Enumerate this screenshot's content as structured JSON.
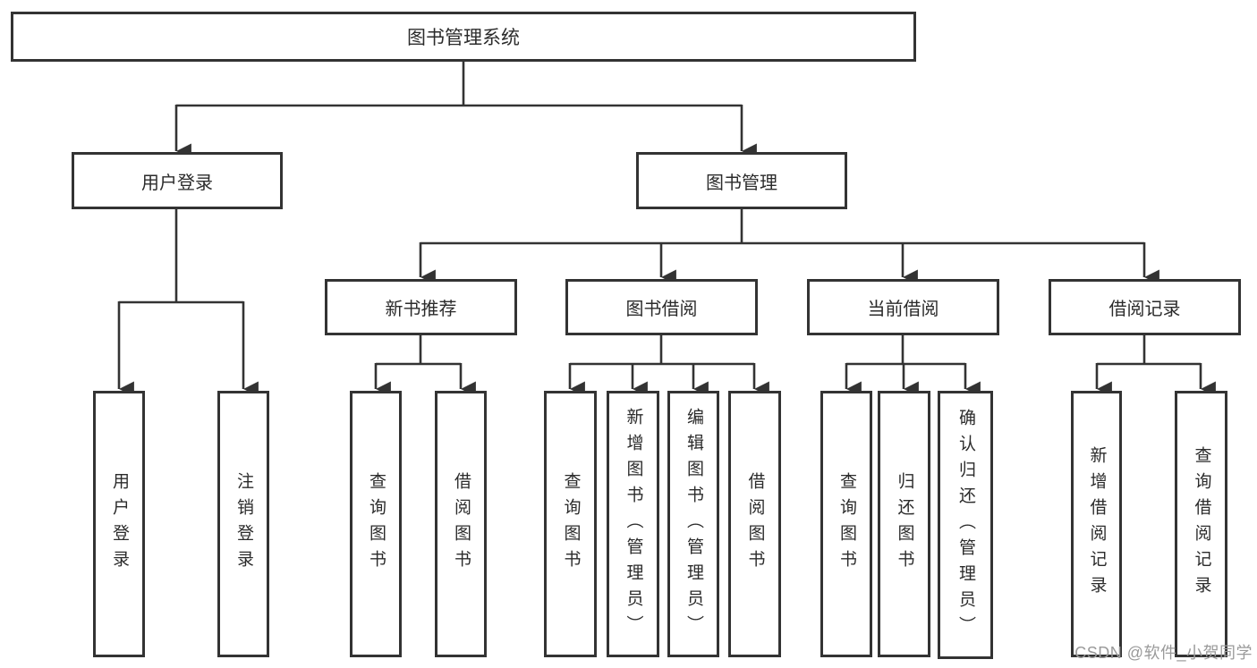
{
  "tree": {
    "root": {
      "label": "图书管理系统"
    },
    "branches": [
      {
        "label": "用户登录",
        "leaves": [
          {
            "label": "用户登录"
          },
          {
            "label": "注销登录"
          }
        ]
      },
      {
        "label": "图书管理",
        "groups": [
          {
            "label": "新书推荐",
            "leaves": [
              {
                "label": "查询图书"
              },
              {
                "label": "借阅图书"
              }
            ]
          },
          {
            "label": "图书借阅",
            "leaves": [
              {
                "label": "查询图书"
              },
              {
                "label": "新增图书（管理员）"
              },
              {
                "label": "编辑图书（管理员）"
              },
              {
                "label": "借阅图书"
              }
            ]
          },
          {
            "label": "当前借阅",
            "leaves": [
              {
                "label": "查询图书"
              },
              {
                "label": "归还图书"
              },
              {
                "label": "确认归还（管理员）"
              }
            ]
          },
          {
            "label": "借阅记录",
            "leaves": [
              {
                "label": "新增借阅记录"
              },
              {
                "label": "查询借阅记录"
              }
            ]
          }
        ]
      }
    ]
  },
  "watermark": {
    "text": "CSDN @软件_小贺同学"
  },
  "colors": {
    "line": "#333333",
    "box_border": "#333333",
    "box_fill": "#ffffff",
    "text": "#2b2b2b",
    "watermark": "#9a9a9a"
  }
}
